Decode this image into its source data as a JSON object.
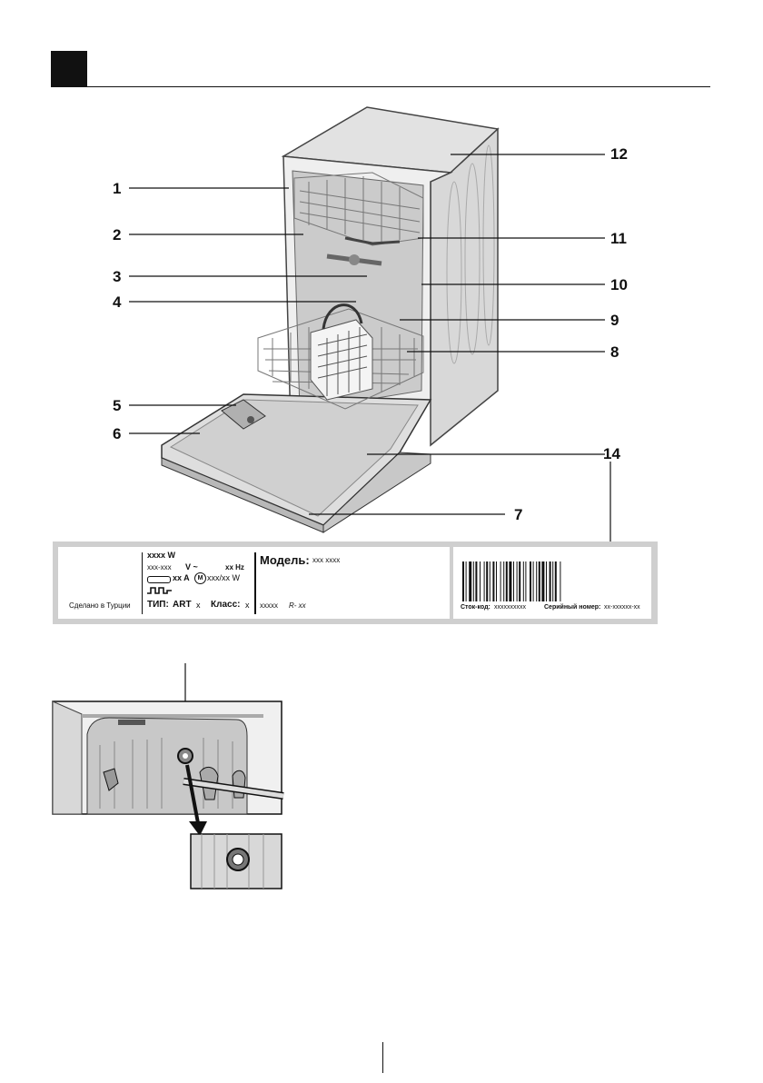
{
  "callouts": [
    "1",
    "2",
    "3",
    "4",
    "5",
    "6",
    "7",
    "8",
    "9",
    "10",
    "11",
    "12",
    "14"
  ],
  "label": {
    "power": "xxxx W",
    "voltage_val": "xxx-xxx",
    "voltage_unit": "V ~",
    "freq": "xx Hz",
    "fuse": "xx A",
    "motor": "xxx/xx W",
    "made_in": "Сделано в Турции",
    "type_label": "ТИП:",
    "type_value": "ART",
    "type_x": "x",
    "class_label": "Класс:",
    "class_value": "x",
    "model_label": "Модель:",
    "model_value": "xxx xxxx",
    "code": "xxxxx",
    "code_suffix": "R- xx",
    "stock_label": "Сток-код:",
    "stock_value": "xxxxxxxxxx",
    "serial_label": "Серийный номер:",
    "serial_value": "xx-xxxxxx-xx"
  },
  "colors": {
    "label_bg": "#cfcfcf",
    "ink": "#111111",
    "appliance": "#d9d9d9"
  }
}
